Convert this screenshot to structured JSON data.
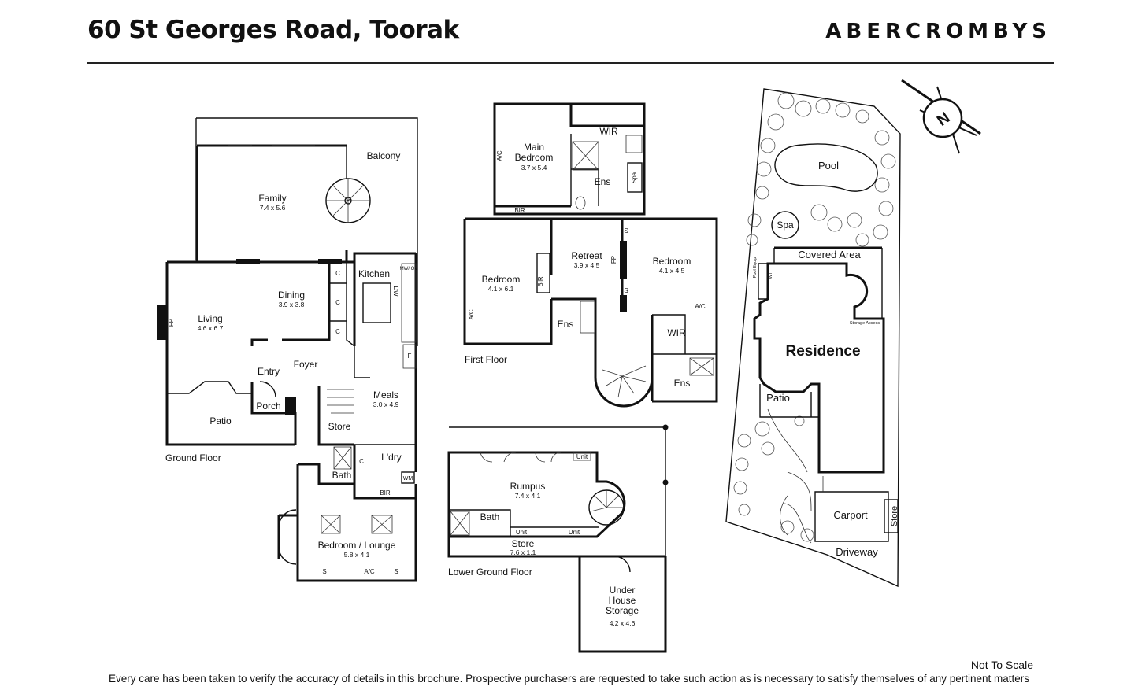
{
  "header": {
    "title": "60 St Georges Road, Toorak",
    "brand": "ABERCROMBYS"
  },
  "footer": {
    "scale_note": "Not To Scale",
    "disclaimer": "Every care has been taken to verify the accuracy of details in this brochure. Prospective purchasers are requested to take such action as is necessary to satisfy themselves of any pertinent matters"
  },
  "ground_floor": {
    "label": "Ground Floor",
    "rooms": {
      "balcony": "Balcony",
      "family": "Family",
      "family_dim": "7.4 x 5.6",
      "kitchen": "Kitchen",
      "dining": "Dining",
      "dining_dim": "3.9 x 3.8",
      "living": "Living",
      "living_dim": "4.6 x 6.7",
      "entry": "Entry",
      "foyer": "Foyer",
      "porch": "Porch",
      "patio": "Patio",
      "meals": "Meals",
      "meals_dim": "3.0 x 4.9",
      "store": "Store",
      "laundry": "L'dry",
      "bath": "Bath",
      "bir": "BIR",
      "bedroom_lounge": "Bedroom / Lounge",
      "bedroom_lounge_dim": "5.8 x 4.1"
    },
    "fixtures": {
      "fp": "FP",
      "c": "C",
      "dw": "DW",
      "mw_ov": "MW/ OV",
      "f": "F",
      "wm": "WM",
      "s": "S",
      "ac": "A/C"
    }
  },
  "first_floor": {
    "label": "First Floor",
    "rooms": {
      "main_bedroom": "Main Bedroom",
      "main_bedroom_dim": "3.7 x 5.4",
      "wir": "WIR",
      "ens": "Ens",
      "spa": "Spa",
      "bir": "BIR",
      "bedroom_west": "Bedroom",
      "bedroom_west_dim": "4.1 x 6.1",
      "retreat": "Retreat",
      "retreat_dim": "3.9 x 4.5",
      "bedroom_east": "Bedroom",
      "bedroom_east_dim": "4.1 x 4.5"
    },
    "fixtures": {
      "ac": "A/C",
      "fp": "FP",
      "s": "S"
    }
  },
  "lower_ground_floor": {
    "label": "Lower Ground Floor",
    "rooms": {
      "rumpus": "Rumpus",
      "rumpus_dim": "7.4 x 4.1",
      "bath": "Bath",
      "unit": "Unit",
      "store": "Store",
      "store_dim": "7.6 x 1.1",
      "under_house_storage": "Under House Storage",
      "under_house_storage_dim": "4.2 x 4.6"
    }
  },
  "site_plan": {
    "pool": "Pool",
    "spa": "Spa",
    "covered_area": "Covered Area",
    "pool_equip": "Pool Equip",
    "wt": "WT",
    "storage_access": "Storage Access",
    "residence": "Residence",
    "patio": "Patio",
    "carport": "Carport",
    "store": "Store",
    "driveway": "Driveway",
    "compass": "N"
  }
}
